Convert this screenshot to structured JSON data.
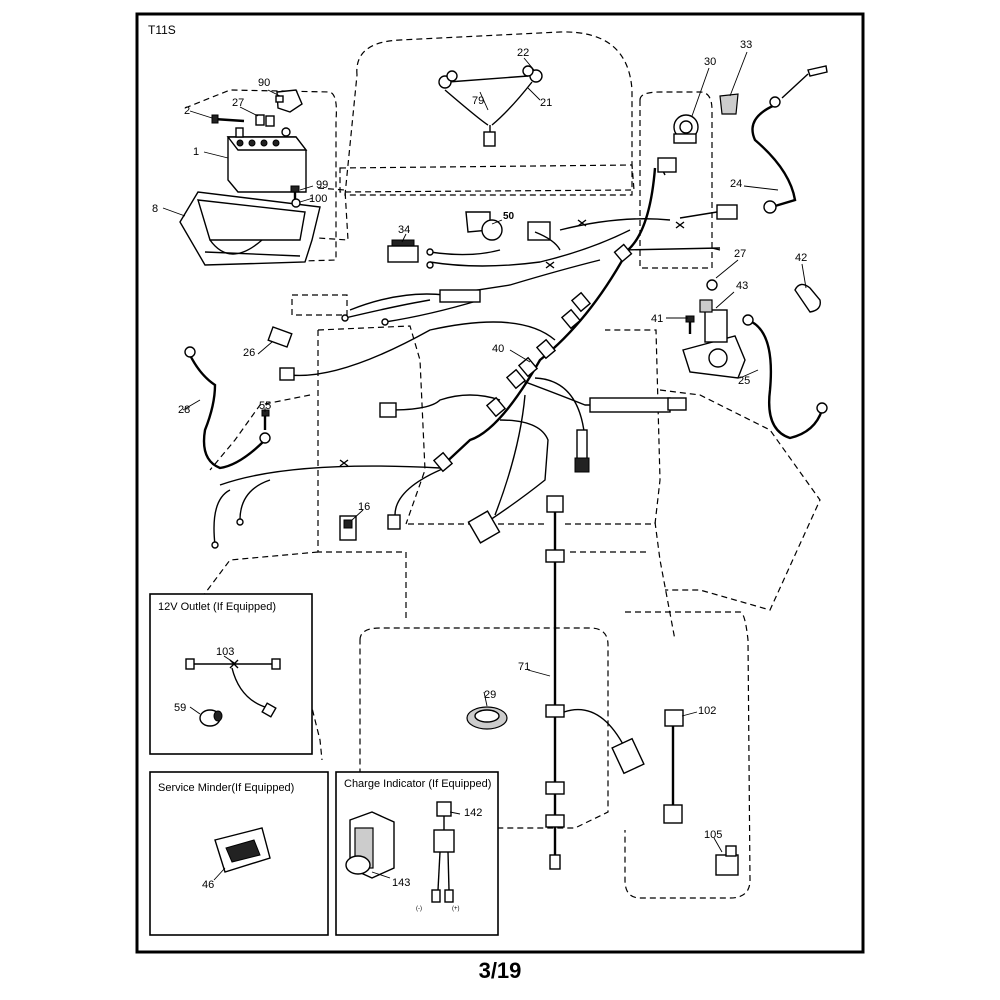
{
  "diagram_code": "T11S",
  "page_number": "3/19",
  "insets": {
    "outlet": {
      "title": "12V Outlet (If Equipped)"
    },
    "service": {
      "title": "Service Minder(If Equipped)"
    },
    "charge": {
      "title": "Charge Indicator (If Equipped)",
      "neg": "(-)",
      "pos": "(+)"
    }
  },
  "callouts": {
    "c1": "1",
    "c2": "2",
    "c8": "8",
    "c16": "16",
    "c21": "21",
    "c22": "22",
    "c24": "24",
    "c25": "25",
    "c26": "26",
    "c27a": "27",
    "c27b": "27",
    "c28": "28",
    "c29": "29",
    "c30": "30",
    "c33": "33",
    "c34": "34",
    "c40": "40",
    "c41": "41",
    "c42": "42",
    "c43": "43",
    "c46": "46",
    "c50": "50",
    "c55": "55",
    "c59": "59",
    "c71": "71",
    "c79": "79",
    "c90": "90",
    "c99": "99",
    "c100": "100",
    "c102": "102",
    "c103": "103",
    "c105": "105",
    "c142": "142",
    "c143": "143"
  }
}
